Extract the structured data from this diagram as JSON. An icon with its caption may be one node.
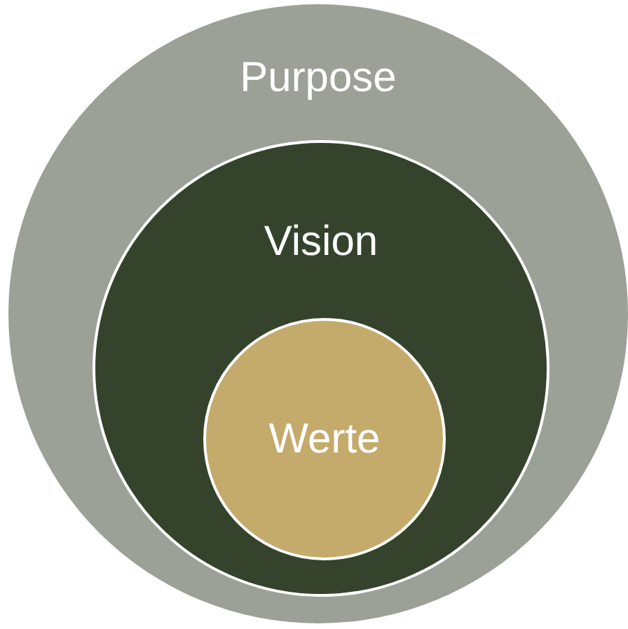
{
  "diagram": {
    "nodes": [
      {
        "text": [
          "Purpose"
        ]
      },
      {
        "text": [
          "Vision"
        ],
        "in": 0
      },
      {
        "text": [
          "Werte"
        ],
        "in": 1
      }
    ]
  }
}
